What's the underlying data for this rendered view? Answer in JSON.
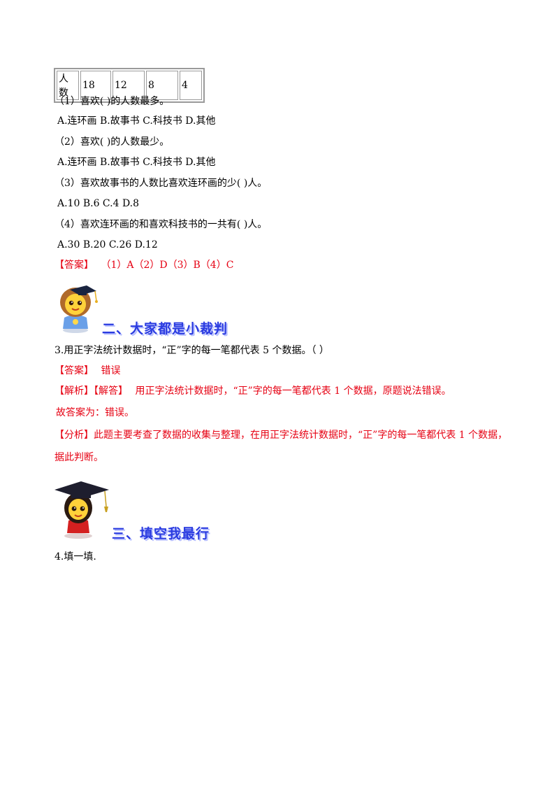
{
  "table": {
    "row": [
      "人数",
      "18",
      "12",
      "8",
      "4"
    ]
  },
  "questions": {
    "q1": "（1）喜欢(    )的人数最多。",
    "q1_options": "A.连环画      B.故事书      C.科技书    D.其他",
    "q2": "（2）喜欢(    )的人数最少。",
    "q2_options": "A.连环画    B.故事书    C.科技书    D.其他",
    "q3": "（3）喜欢故事书的人数比喜欢连环画的少(    )人。",
    "q3_options": "A.10   B.6   C.4   D.8",
    "q4": "（4）喜欢连环画的和喜欢科技书的一共有(    )人。",
    "q4_options": "A.30   B.20   C.26    D.12",
    "answer1_label": "【答案】",
    "answer1_text": "（1）A（2）D（3）B（4）C"
  },
  "section2": {
    "heading": "二、大家都是小裁判",
    "question": "3.用正字法统计数据时，“正”字的每一笔都代表 5 个数据。（                ）",
    "answer_label": "【答案】",
    "answer_text": "错误",
    "analysis_label": "【解析】【解答】",
    "analysis_text": "用正字法统计数据时，“正”字的每一笔都代表 1 个数据，原题说法错误。",
    "conclusion": "故答案为：错误。",
    "fenxi_label": "【分析】",
    "fenxi_line1": "此题主要考查了数据的收集与整理，在用正字法统计数据时，“正”字的每一笔都代表 1 个数据，",
    "fenxi_line2": "据此判断。"
  },
  "section3": {
    "heading": "三、填空我最行",
    "question": "4.填一填."
  },
  "colors": {
    "answer_red": "#e60012",
    "heading_blue": "#2a3be0"
  }
}
